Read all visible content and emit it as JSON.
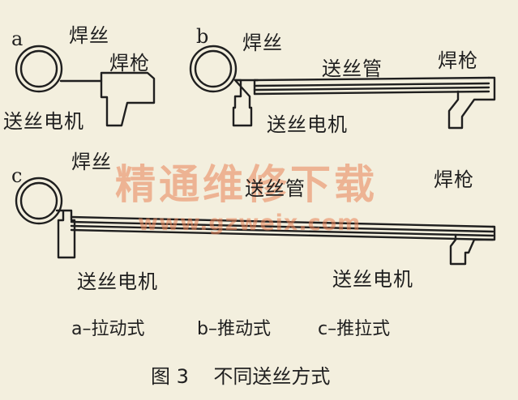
{
  "panels": {
    "a": {
      "letter": "a",
      "wire": "焊丝",
      "gun": "焊枪",
      "motor": "送丝电机"
    },
    "b": {
      "letter": "b",
      "wire": "焊丝",
      "tube": "送丝管",
      "gun": "焊枪",
      "motor": "送丝电机"
    },
    "c": {
      "letter": "c",
      "wire": "焊丝",
      "tube": "送丝管",
      "gun": "焊枪",
      "motor_left": "送丝电机",
      "motor_right": "送丝电机"
    }
  },
  "legend": {
    "a": "a–拉动式",
    "b": "b–推动式",
    "c": "c–推拉式"
  },
  "caption": "图 3    不同送丝方式",
  "watermark": {
    "title": "精通维修下载",
    "url": "www.gzweix.com"
  },
  "colors": {
    "background": "#f3efde",
    "ink": "#1f1f1f",
    "watermark": "#e8825a"
  }
}
